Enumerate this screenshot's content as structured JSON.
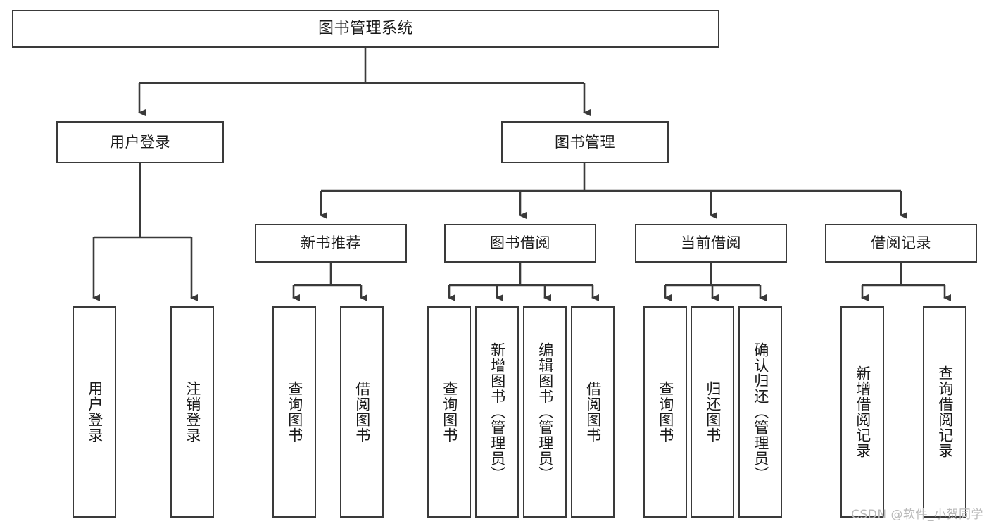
{
  "diagram": {
    "title": "图书管理系统",
    "watermark": "CSDN @软件_小贺同学",
    "root": {
      "label": "图书管理系统"
    },
    "level2": [
      {
        "label": "用户登录"
      },
      {
        "label": "图书管理"
      }
    ],
    "level3": [
      {
        "label": "新书推荐"
      },
      {
        "label": "图书借阅"
      },
      {
        "label": "当前借阅"
      },
      {
        "label": "借阅记录"
      }
    ],
    "leaves": {
      "user_login": [
        {
          "label": "用户登录"
        },
        {
          "label": "注销登录"
        }
      ],
      "new_book": [
        {
          "label": "查询图书"
        },
        {
          "label": "借阅图书"
        }
      ],
      "borrow_book": [
        {
          "label": "查询图书"
        },
        {
          "label": "新增图书（管理员）"
        },
        {
          "label": "编辑图书（管理员）"
        },
        {
          "label": "借阅图书"
        }
      ],
      "current_borrow": [
        {
          "label": "查询图书"
        },
        {
          "label": "归还图书"
        },
        {
          "label": "确认归还（管理员）"
        }
      ],
      "borrow_record": [
        {
          "label": "新增借阅记录"
        },
        {
          "label": "查询借阅记录"
        }
      ]
    },
    "colors": {
      "stroke": "#3a3a3a",
      "fill": "#ffffff",
      "text": "#1a1a1a",
      "watermark": "#b9b9b9"
    }
  }
}
